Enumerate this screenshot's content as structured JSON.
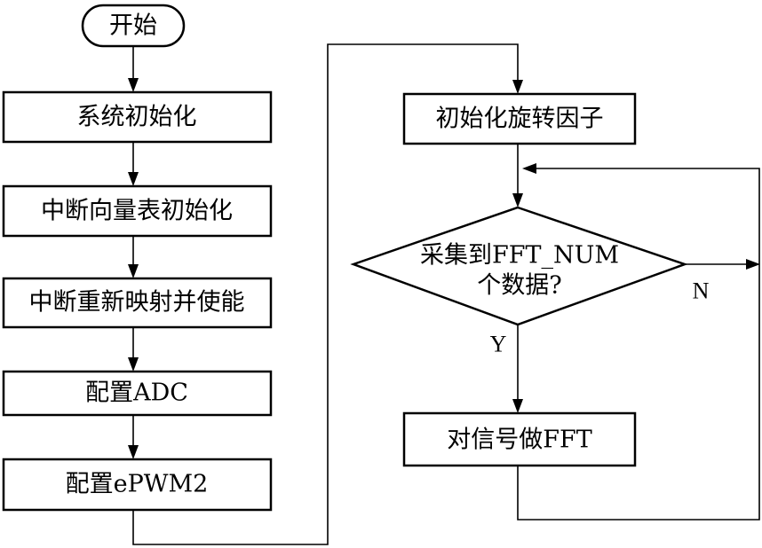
{
  "diagram": {
    "start": "开始",
    "left_steps": [
      "系统初始化",
      "中断向量表初始化",
      "中断重新映射并使能",
      "配置ADC",
      "配置ePWM2"
    ],
    "init_twiddle": "初始化旋转因子",
    "decision_line1": "采集到FFT_NUM",
    "decision_line2": "个数据?",
    "yes_label": "Y",
    "no_label": "N",
    "do_fft": "对信号做FFT"
  }
}
